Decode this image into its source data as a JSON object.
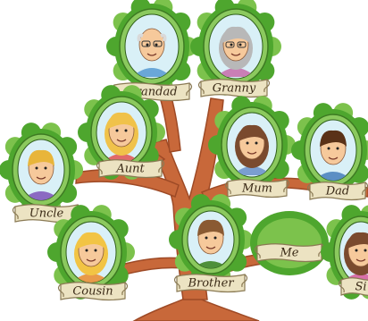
{
  "title": "",
  "colors": {
    "trunk": "#c8683a",
    "trunk_dark": "#9e4a26",
    "leaf": "#4ea62e",
    "leaf_light": "#7cc24c",
    "frame": "#8bc95e",
    "portrait_bg": "#d9f0f7",
    "banner": "#ece3c2",
    "banner_edge": "#8a7a54"
  },
  "members": [
    {
      "id": "grandad",
      "label": "Grandad"
    },
    {
      "id": "granny",
      "label": "Granny"
    },
    {
      "id": "aunt",
      "label": "Aunt"
    },
    {
      "id": "mum",
      "label": "Mum"
    },
    {
      "id": "dad",
      "label": "Dad"
    },
    {
      "id": "uncle",
      "label": "Uncle"
    },
    {
      "id": "cousin",
      "label": "Cousin"
    },
    {
      "id": "brother",
      "label": "Brother"
    },
    {
      "id": "me",
      "label": "Me"
    },
    {
      "id": "sister",
      "label": "Si"
    }
  ]
}
